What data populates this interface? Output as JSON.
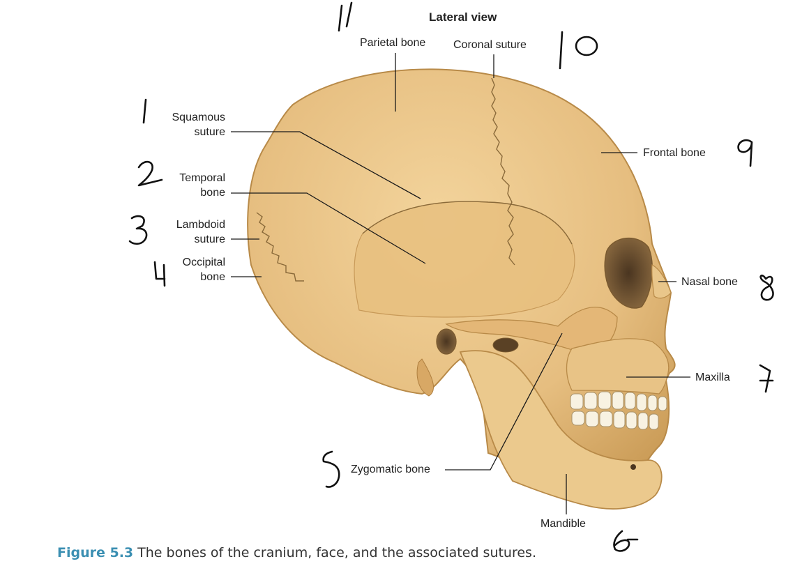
{
  "figure": {
    "view_title": "Lateral view",
    "caption_number": "Figure 5.3",
    "caption_text": "The bones of the cranium, face, and the associated sutures."
  },
  "labels": {
    "parietal_bone": "Parietal bone",
    "coronal_suture": "Coronal suture",
    "squamous_suture_line1": "Squamous",
    "squamous_suture_line2": "suture",
    "temporal_bone_line1": "Temporal",
    "temporal_bone_line2": "bone",
    "lambdoid_suture_line1": "Lambdoid",
    "lambdoid_suture_line2": "suture",
    "occipital_bone_line1": "Occipital",
    "occipital_bone_line2": "bone",
    "frontal_bone": "Frontal bone",
    "nasal_bone": "Nasal bone",
    "maxilla": "Maxilla",
    "zygomatic_bone": "Zygomatic bone",
    "mandible": "Mandible"
  },
  "handwritten_numbers": [
    "1",
    "2",
    "3",
    "4",
    "5",
    "6",
    "7",
    "8",
    "9",
    "10",
    "11"
  ],
  "colors": {
    "bone": "#e9c588",
    "bone_shadow": "#c99a55",
    "caption_accent": "#3b8fb2"
  }
}
